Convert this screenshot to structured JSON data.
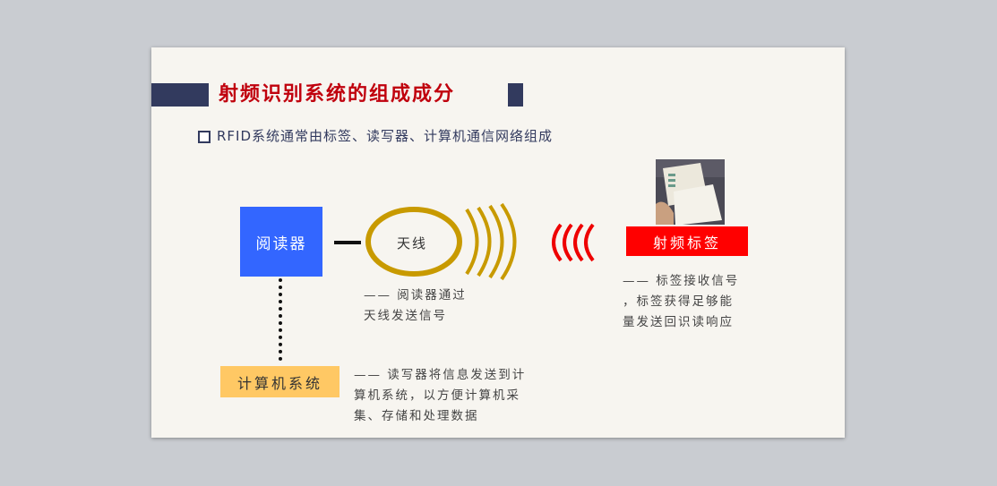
{
  "slide": {
    "title": "射频识别系统的组成成分",
    "bullet": "RFID系统通常由标签、读写器、计算机通信网络组成",
    "reader_label": "阅读器",
    "antenna_label": "天线",
    "tag_label": "射频标签",
    "computer_label": "计算机系统",
    "notes": {
      "antenna_line1": "—— 阅读器通过",
      "antenna_line2": "天线发送信号",
      "tag_line1": "—— 标签接收信号",
      "tag_line2": "，标签获得足够能",
      "tag_line3": "量发送回识读响应",
      "computer_line1": "—— 读写器将信息发送到计",
      "computer_line2": "算机系统，以方便计算机采",
      "computer_line3": "集、存储和处理数据"
    }
  },
  "colors": {
    "title_red": "#c0000d",
    "navy": "#323a5e",
    "reader_blue": "#3366ff",
    "tag_red": "#ff0000",
    "computer_orange": "#ffc864",
    "antenna_gold": "#c89a00"
  }
}
